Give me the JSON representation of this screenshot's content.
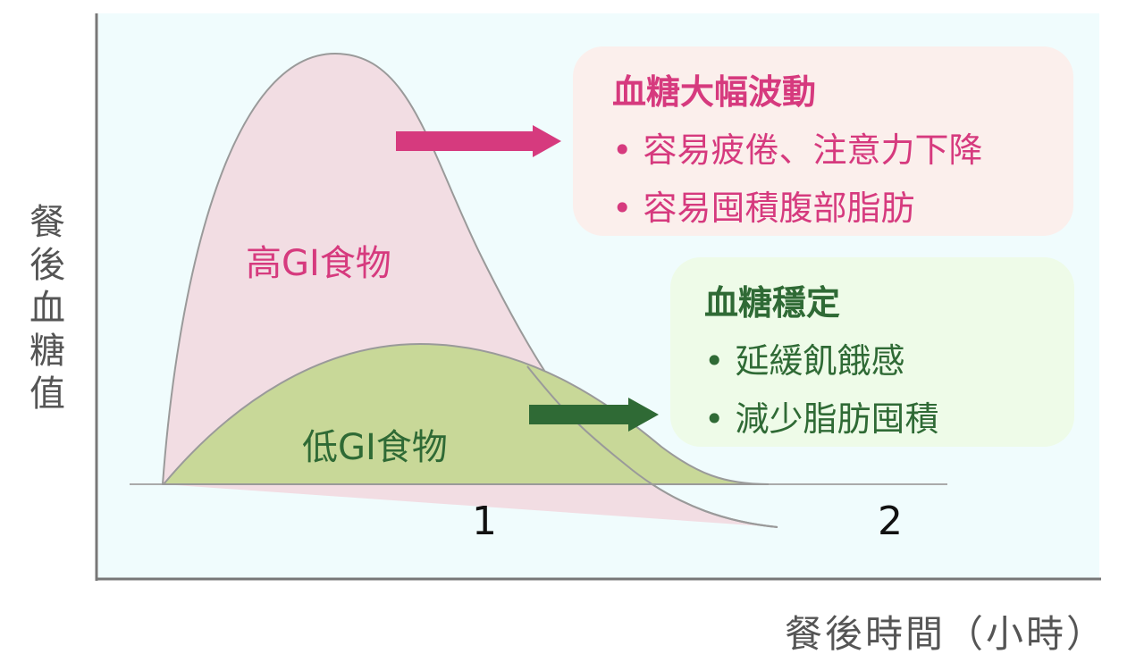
{
  "chart_data": {
    "type": "area",
    "xlabel": "餐後時間（小時）",
    "ylabel": "餐後血糖值",
    "x_ticks": [
      "1",
      "2"
    ],
    "series": [
      {
        "name": "高GI食物",
        "color": "#d63a7e",
        "fill": "#f2dde3"
      },
      {
        "name": "低GI食物",
        "color": "#2f6a35",
        "fill": "#c8d898"
      }
    ]
  },
  "high_box": {
    "title": "血糖大幅波動",
    "items": [
      "容易疲倦、注意力下降",
      "容易囤積腹部脂肪"
    ],
    "color": "#d63a7e",
    "bg": "#fbefec"
  },
  "low_box": {
    "title": "血糖穩定",
    "items": [
      "延緩飢餓感",
      "減少脂肪囤積"
    ],
    "color": "#2f6a35",
    "bg": "#eefbe8"
  }
}
